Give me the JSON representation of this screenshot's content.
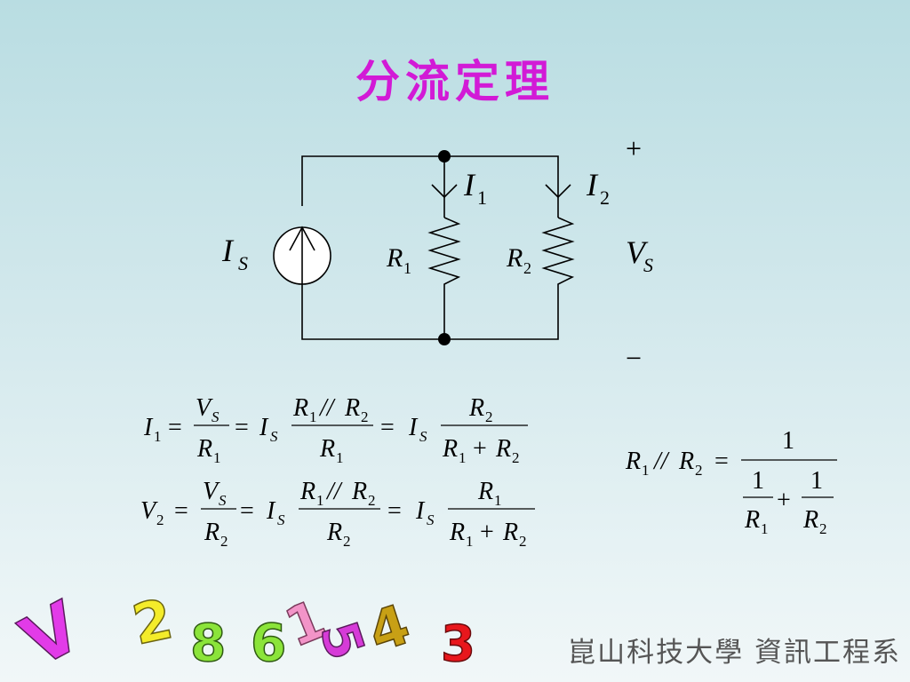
{
  "slide": {
    "title": "分流定理",
    "footer": "崑山科技大學 資訊工程系"
  },
  "circuit": {
    "source_label": "I",
    "source_sub": "S",
    "i1_label": "I",
    "i1_sub": "1",
    "i2_label": "I",
    "i2_sub": "2",
    "r1_label": "R",
    "r1_sub": "1",
    "r2_label": "R",
    "r2_sub": "2",
    "plus": "+",
    "minus": "−",
    "vs_label": "V",
    "vs_sub": "S"
  },
  "logo": {
    "glyphs": [
      {
        "ch": "V",
        "color": "#e23be8"
      },
      {
        "ch": "2",
        "color": "#f4ec2a"
      },
      {
        "ch": "8",
        "color": "#8be43a"
      },
      {
        "ch": "6",
        "color": "#8be43a"
      },
      {
        "ch": "1",
        "color": "#f294c8"
      },
      {
        "ch": "5",
        "color": "#d63bd8"
      },
      {
        "ch": "4",
        "color": "#c8a015"
      },
      {
        "ch": "3",
        "color": "#e8171c"
      }
    ]
  },
  "colors": {
    "title": "#d21ad6",
    "wire": "#000000",
    "footer": "#555555"
  }
}
